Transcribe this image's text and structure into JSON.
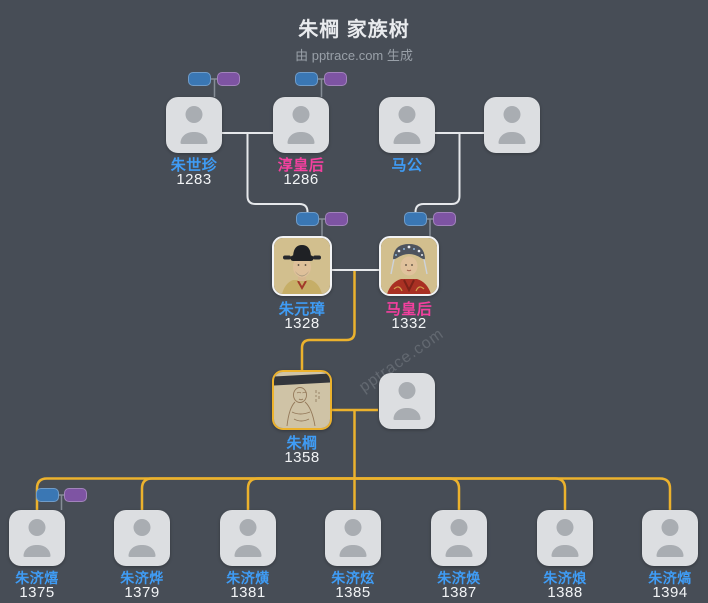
{
  "header": {
    "title": "朱棡 家族树",
    "subtitle": "由 pptrace.com 生成"
  },
  "watermark": "pptrace.com",
  "colors": {
    "background": "#474d56",
    "male_name": "#3f9cf5",
    "female_name": "#f4409f",
    "year_text": "#f2f4f6",
    "descendant_line_gold": "#ecb22d",
    "ancestor_line_white": "#e6e8eb",
    "card_background": "#dcdee1",
    "focus_card_border": "#ecb22d",
    "toggle_blue": "#3a77b4",
    "toggle_purple": "#7e54a3"
  },
  "tree": {
    "gen1": [
      {
        "name": "朱世珍",
        "year": "1283",
        "gender": "male"
      },
      {
        "name": "淳皇后",
        "year": "1286",
        "gender": "female"
      },
      {
        "name": "马公",
        "year": "",
        "gender": "male"
      },
      {
        "name": "",
        "year": "",
        "gender": ""
      }
    ],
    "gen2": [
      {
        "name": "朱元璋",
        "year": "1328",
        "gender": "male"
      },
      {
        "name": "马皇后",
        "year": "1332",
        "gender": "female"
      }
    ],
    "gen3": [
      {
        "name": "朱棡",
        "year": "1358",
        "gender": "male"
      },
      {
        "name": "",
        "year": "",
        "gender": ""
      }
    ],
    "gen4": [
      {
        "name": "朱济熺",
        "year": "1375",
        "gender": "male"
      },
      {
        "name": "朱济烨",
        "year": "1379",
        "gender": "male"
      },
      {
        "name": "朱济熿",
        "year": "1381",
        "gender": "male"
      },
      {
        "name": "朱济炫",
        "year": "1385",
        "gender": "male"
      },
      {
        "name": "朱济焕",
        "year": "1387",
        "gender": "male"
      },
      {
        "name": "朱济烺",
        "year": "1388",
        "gender": "male"
      },
      {
        "name": "朱济熇",
        "year": "1394",
        "gender": "male"
      }
    ]
  }
}
